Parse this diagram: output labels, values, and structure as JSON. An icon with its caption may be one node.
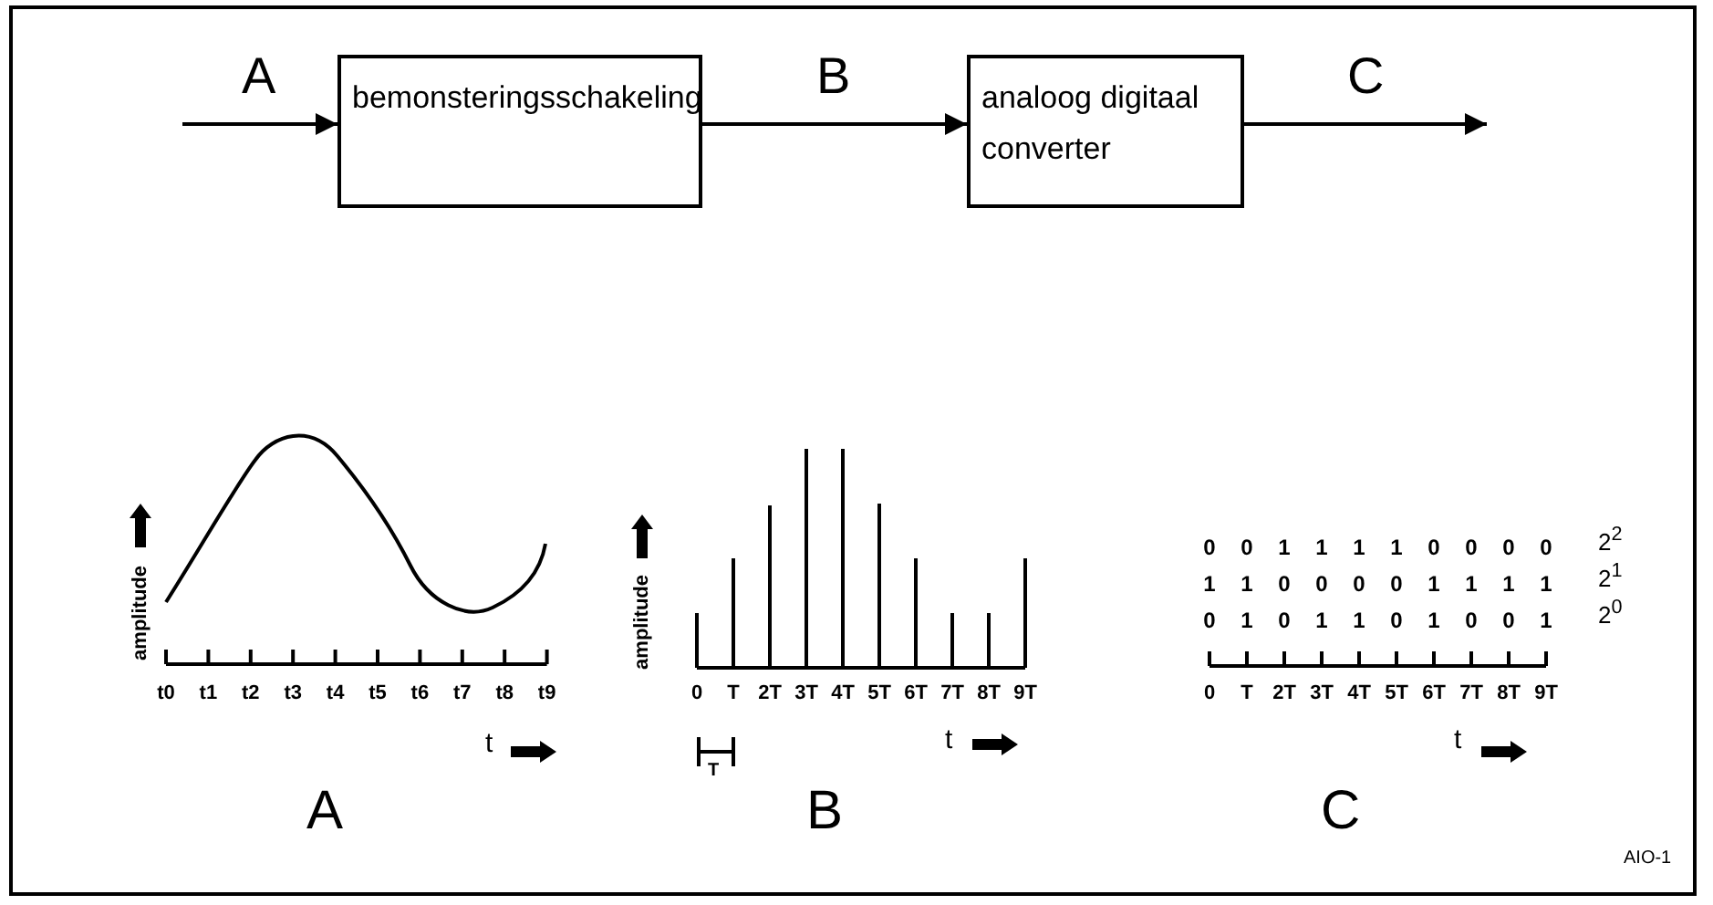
{
  "diagram": {
    "nodes": [
      {
        "text": [
          "bemonsteringsschakeling"
        ]
      },
      {
        "text": [
          "analoog digitaal converter"
        ]
      }
    ],
    "edges": [
      {
        "from": null,
        "to": 0,
        "arrow": "to",
        "label": "A"
      },
      {
        "from": 0,
        "to": 1,
        "arrow": "to",
        "label": "B"
      },
      {
        "from": 1,
        "to": null,
        "arrow": "to",
        "label": "C"
      }
    ],
    "labels": [
      "amplitude",
      "t0",
      "t1",
      "t2",
      "t3",
      "t4",
      "t5",
      "t6",
      "t7",
      "t8",
      "t9",
      "t",
      "A",
      "amplitude",
      "0",
      "T",
      "2T",
      "3T",
      "4T",
      "5T",
      "6T",
      "7T",
      "8T",
      "9T",
      "T",
      "t",
      "B",
      "0",
      "0",
      "1",
      "1",
      "1",
      "1",
      "0",
      "0",
      "0",
      "0",
      "2$^{2}$",
      "1",
      "1",
      "0",
      "0",
      "0",
      "0",
      "1",
      "1",
      "1",
      "1",
      "2$^{1}$",
      "0",
      "1",
      "0",
      "1",
      "1",
      "0",
      "1",
      "0",
      "0",
      "1",
      "2$^{0}$",
      "0",
      "T",
      "2T",
      "3T",
      "4T",
      "5T",
      "6T",
      "7T",
      "8T",
      "9T",
      "t",
      "C",
      "AIO-1"
    ]
  }
}
